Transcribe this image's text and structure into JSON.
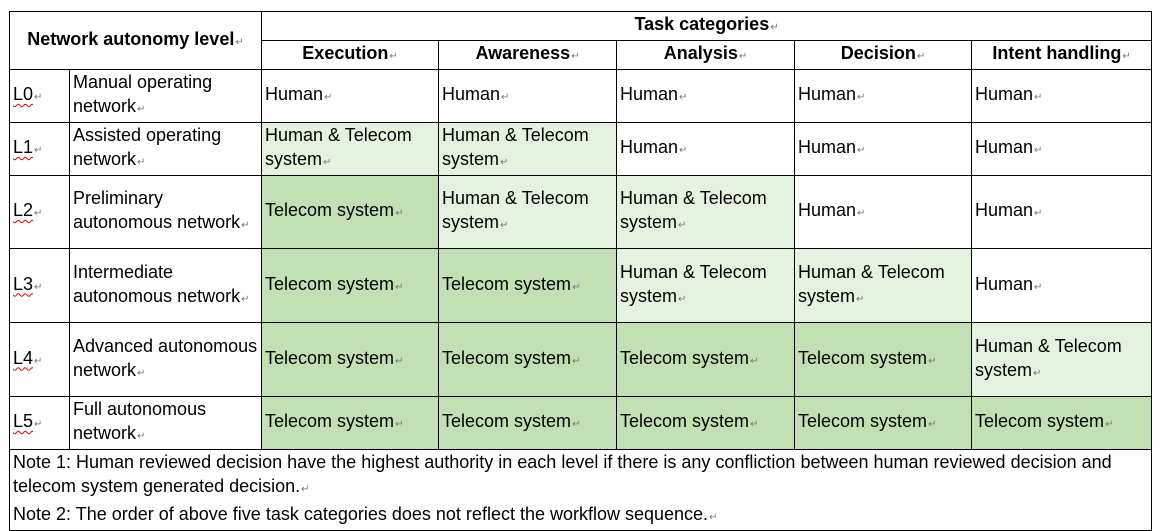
{
  "header": {
    "autonomy_title": "Network autonomy level",
    "task_title": "Task categories",
    "categories": [
      "Execution",
      "Awareness",
      "Analysis",
      "Decision",
      "Intent handling"
    ]
  },
  "rows": [
    {
      "level": "L0",
      "name": "Manual operating network",
      "cells": [
        "Human",
        "Human",
        "Human",
        "Human",
        "Human"
      ]
    },
    {
      "level": "L1",
      "name": "Assisted operating network",
      "cells": [
        "Human & Telecom system",
        "Human & Telecom system",
        "Human",
        "Human",
        "Human"
      ]
    },
    {
      "level": "L2",
      "name": "Preliminary autonomous network",
      "cells": [
        "Telecom system",
        "Human & Telecom system",
        "Human & Telecom system",
        "Human",
        "Human"
      ]
    },
    {
      "level": "L3",
      "name": "Intermediate autonomous network",
      "cells": [
        "Telecom system",
        "Telecom system",
        "Human & Telecom system",
        "Human & Telecom system",
        "Human"
      ]
    },
    {
      "level": "L4",
      "name": "Advanced autonomous network",
      "cells": [
        "Telecom system",
        "Telecom system",
        "Telecom system",
        "Telecom system",
        "Human & Telecom system"
      ]
    },
    {
      "level": "L5",
      "name": "Full autonomous network",
      "cells": [
        "Telecom system",
        "Telecom system",
        "Telecom system",
        "Telecom system",
        "Telecom system"
      ]
    }
  ],
  "notes": [
    "Note 1: Human reviewed decision have the highest authority in each level if there is any confliction between human reviewed decision and telecom system generated decision.",
    "Note 2: The order of above five task categories does not reflect the workflow sequence."
  ],
  "colors": {
    "human": "#ffffff",
    "mixed": "#e6f2e0",
    "telecom": "#c3e0b4"
  }
}
